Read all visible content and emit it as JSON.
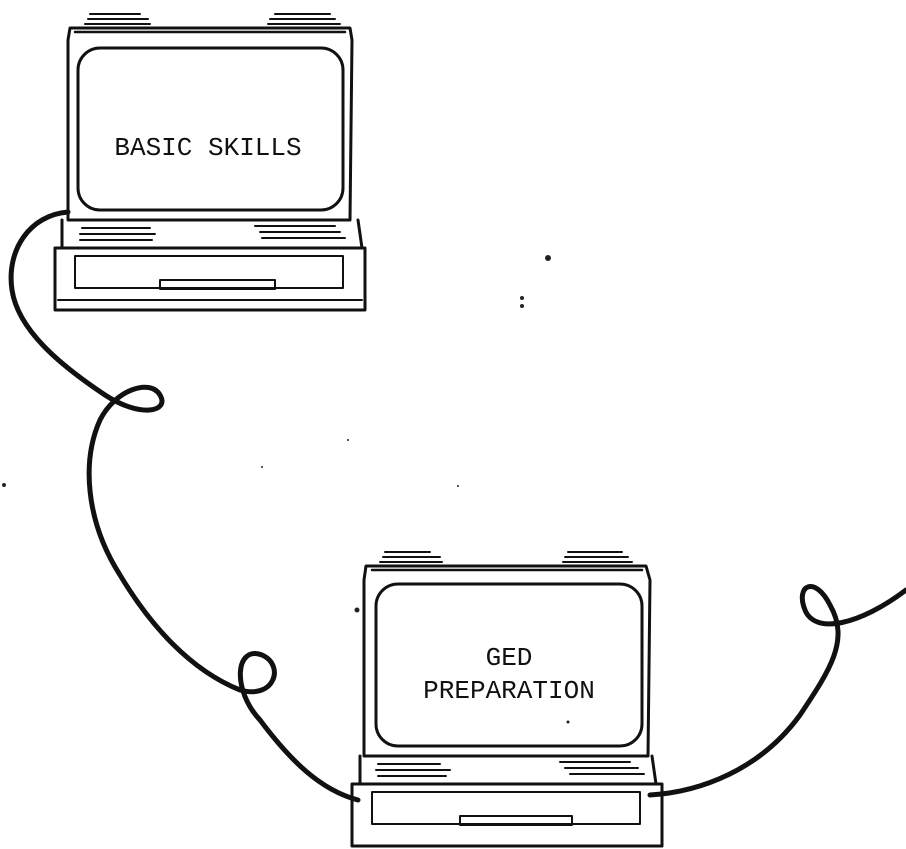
{
  "terminals": [
    {
      "id": "basic-skills",
      "lines": [
        "BASIC SKILLS"
      ]
    },
    {
      "id": "ged-preparation",
      "lines": [
        "GED",
        "PREPARATION"
      ]
    }
  ],
  "colors": {
    "ink": "#111111",
    "background": "#ffffff"
  }
}
